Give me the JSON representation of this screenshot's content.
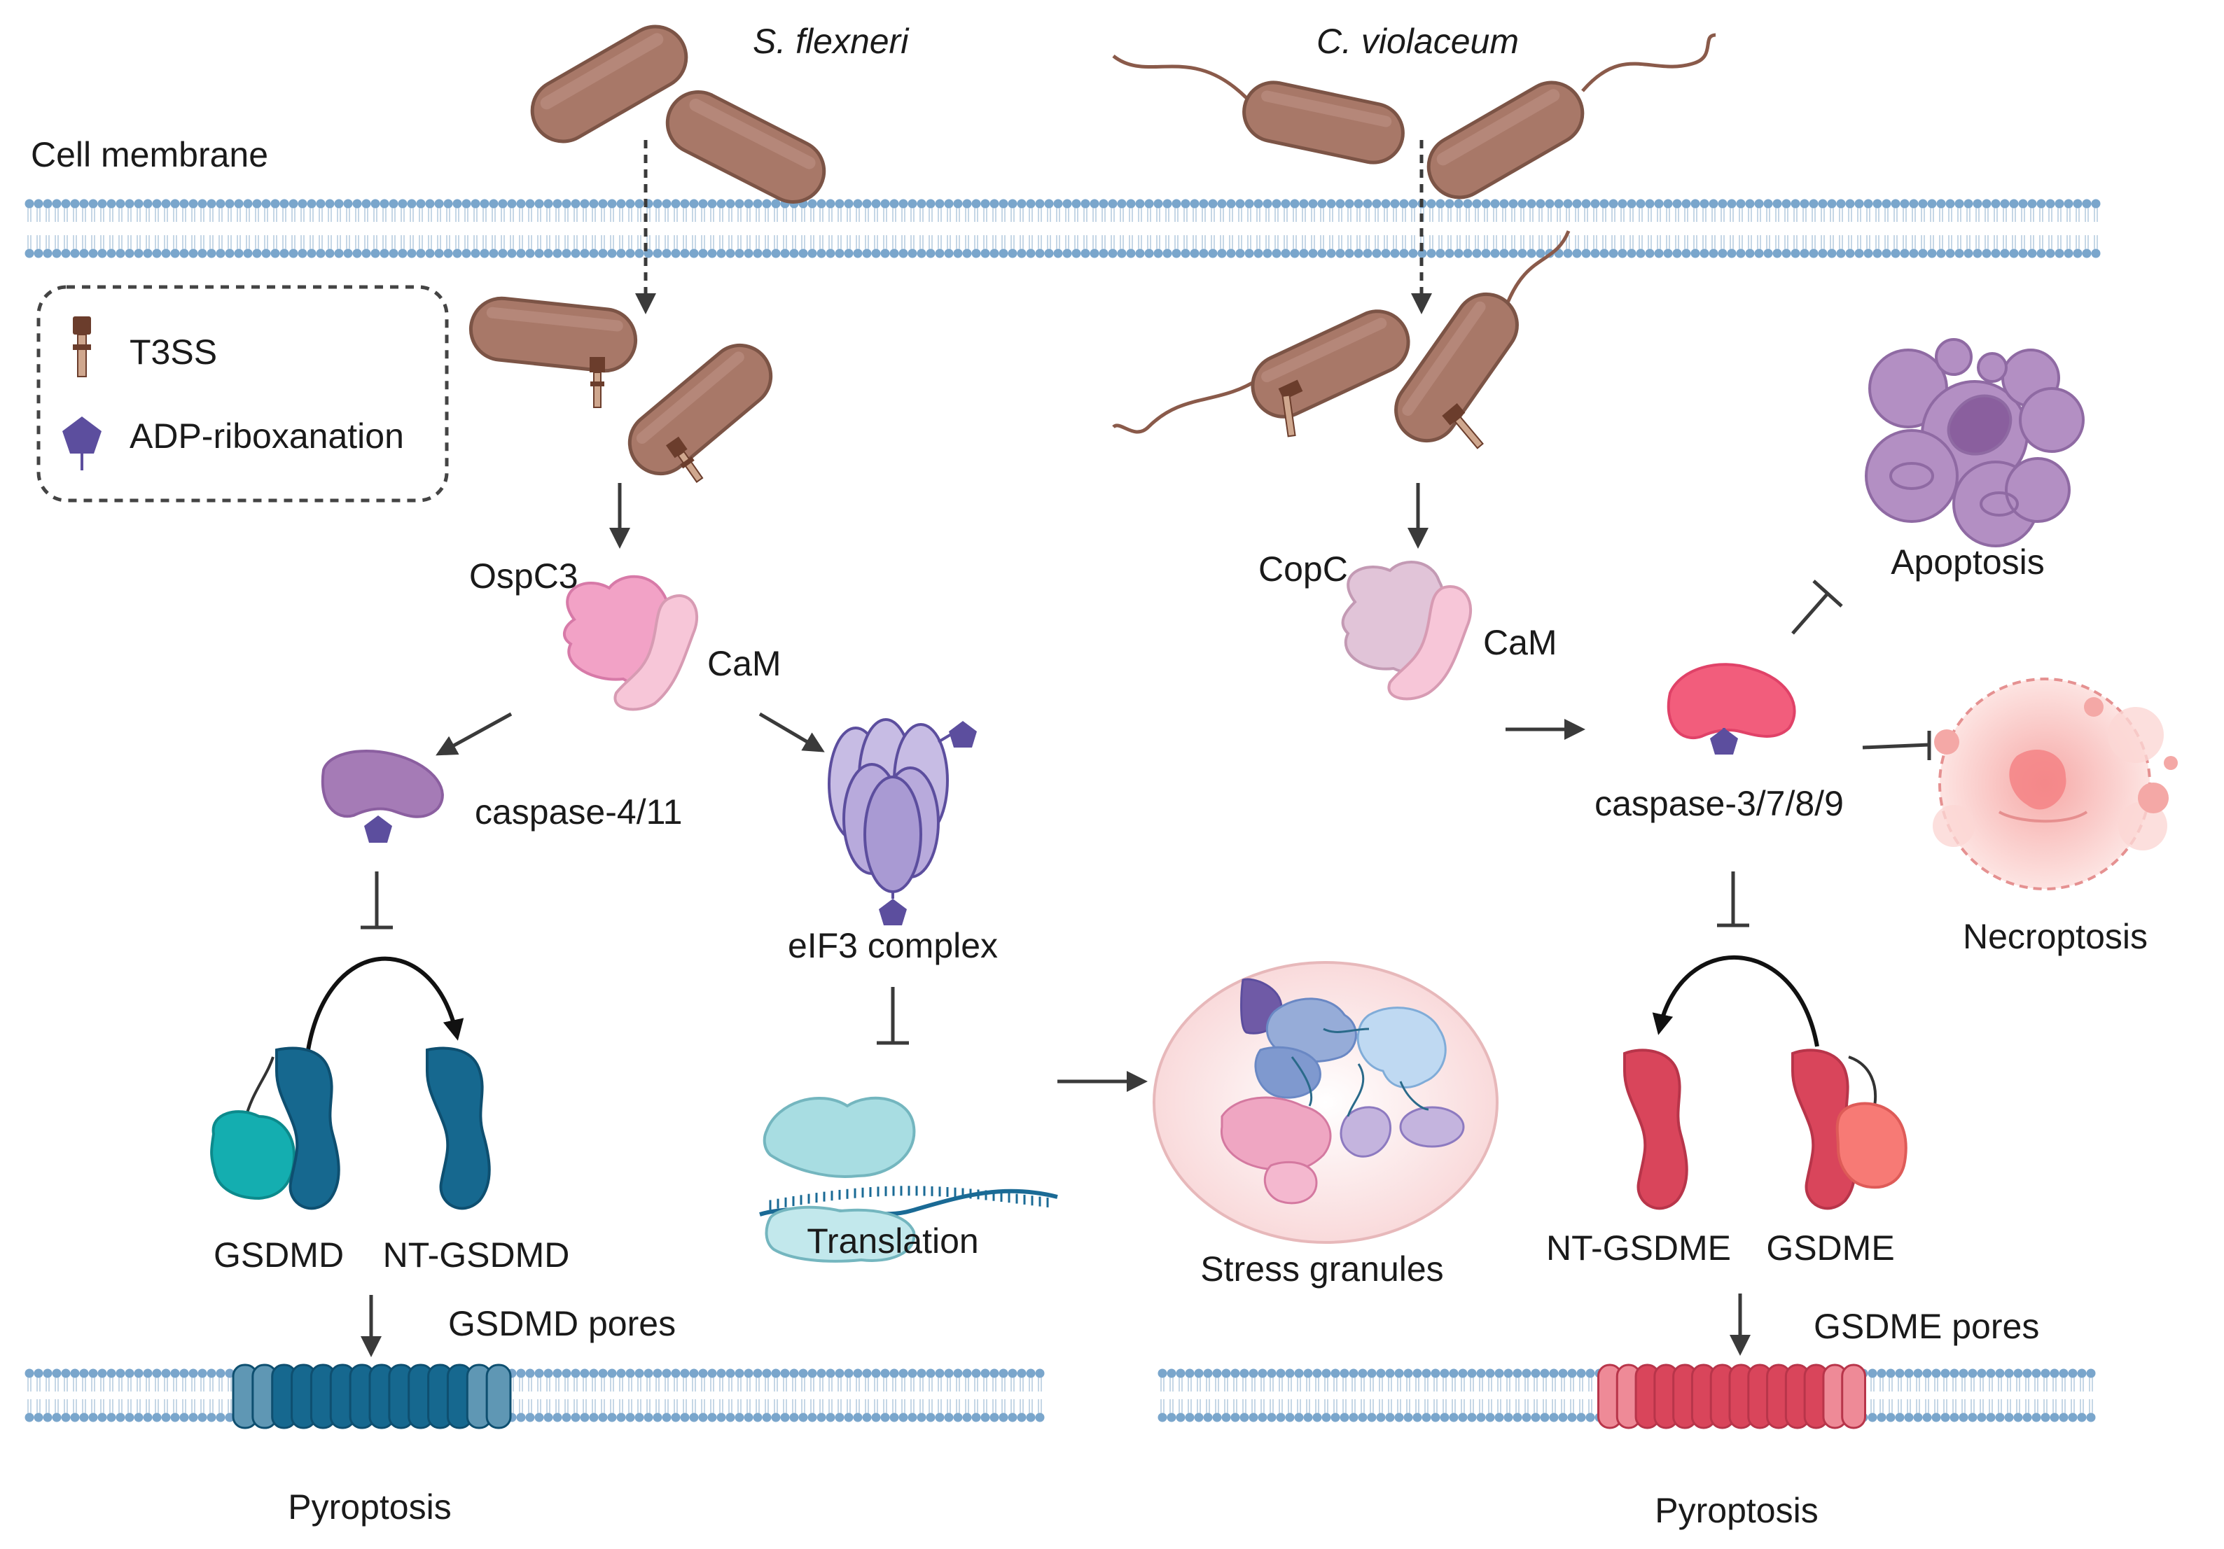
{
  "labels": {
    "s_flexneri": "S. flexneri",
    "c_violaceum": "C. violaceum",
    "cell_membrane": "Cell membrane",
    "ospc3": "OspC3",
    "cam_left": "CaM",
    "copc": "CopC",
    "cam_right": "CaM",
    "caspase_4_11": "caspase-4/11",
    "eif3_complex": "eIF3 complex",
    "caspase_3789": "caspase-3/7/8/9",
    "apoptosis": "Apoptosis",
    "necroptosis": "Necroptosis",
    "gsdmd": "GSDMD",
    "nt_gsdmd": "NT-GSDMD",
    "translation": "Translation",
    "stress_granules": "Stress granules",
    "nt_gsdme": "NT-GSDME",
    "gsdme": "GSDME",
    "gsdmd_pores": "GSDMD pores",
    "gsdme_pores": "GSDME pores",
    "pyroptosis_left": "Pyroptosis",
    "pyroptosis_right": "Pyroptosis"
  },
  "legend": {
    "t3ss": "T3SS",
    "adp": "ADP-riboxanation"
  },
  "colors": {
    "bacteria": "#a87868",
    "membrane": "#7aa6cc",
    "ospc3": "#f2a2c6",
    "cam": "#f7c6d8",
    "copc": "#e1c4d8",
    "caspase_4_11": "#a57bb6",
    "eif3": "#b8aadc",
    "caspase_3789": "#f25d7c",
    "gsdmd": "#16688f",
    "gsdmd_c": "#14aeb0",
    "gsdme": "#d9455b",
    "gsdme_c": "#f77a75",
    "adp_marker": "#5c4e9e",
    "ribosome": "#a8dde2"
  }
}
